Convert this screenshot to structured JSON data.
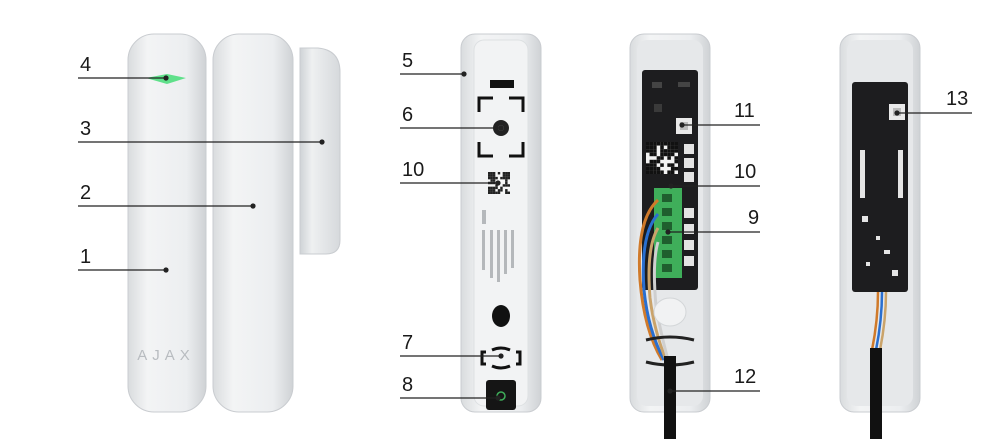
{
  "brand_mark": "AJAX",
  "callouts": [
    {
      "id": "c4",
      "text": "4"
    },
    {
      "id": "c3",
      "text": "3"
    },
    {
      "id": "c2",
      "text": "2"
    },
    {
      "id": "c1",
      "text": "1"
    },
    {
      "id": "c5",
      "text": "5"
    },
    {
      "id": "c6",
      "text": "6"
    },
    {
      "id": "c10a",
      "text": "10"
    },
    {
      "id": "c7",
      "text": "7"
    },
    {
      "id": "c8",
      "text": "8"
    },
    {
      "id": "c11",
      "text": "11"
    },
    {
      "id": "c10b",
      "text": "10"
    },
    {
      "id": "c9",
      "text": "9"
    },
    {
      "id": "c12",
      "text": "12"
    },
    {
      "id": "c13",
      "text": "13"
    }
  ],
  "colors": {
    "casing": "#e9ebec",
    "casing_shade": "#d4d7d9",
    "board": "#1d1d1f",
    "terminal": "#3fae5a",
    "led": "#5fe08a",
    "cable": "#111111"
  }
}
